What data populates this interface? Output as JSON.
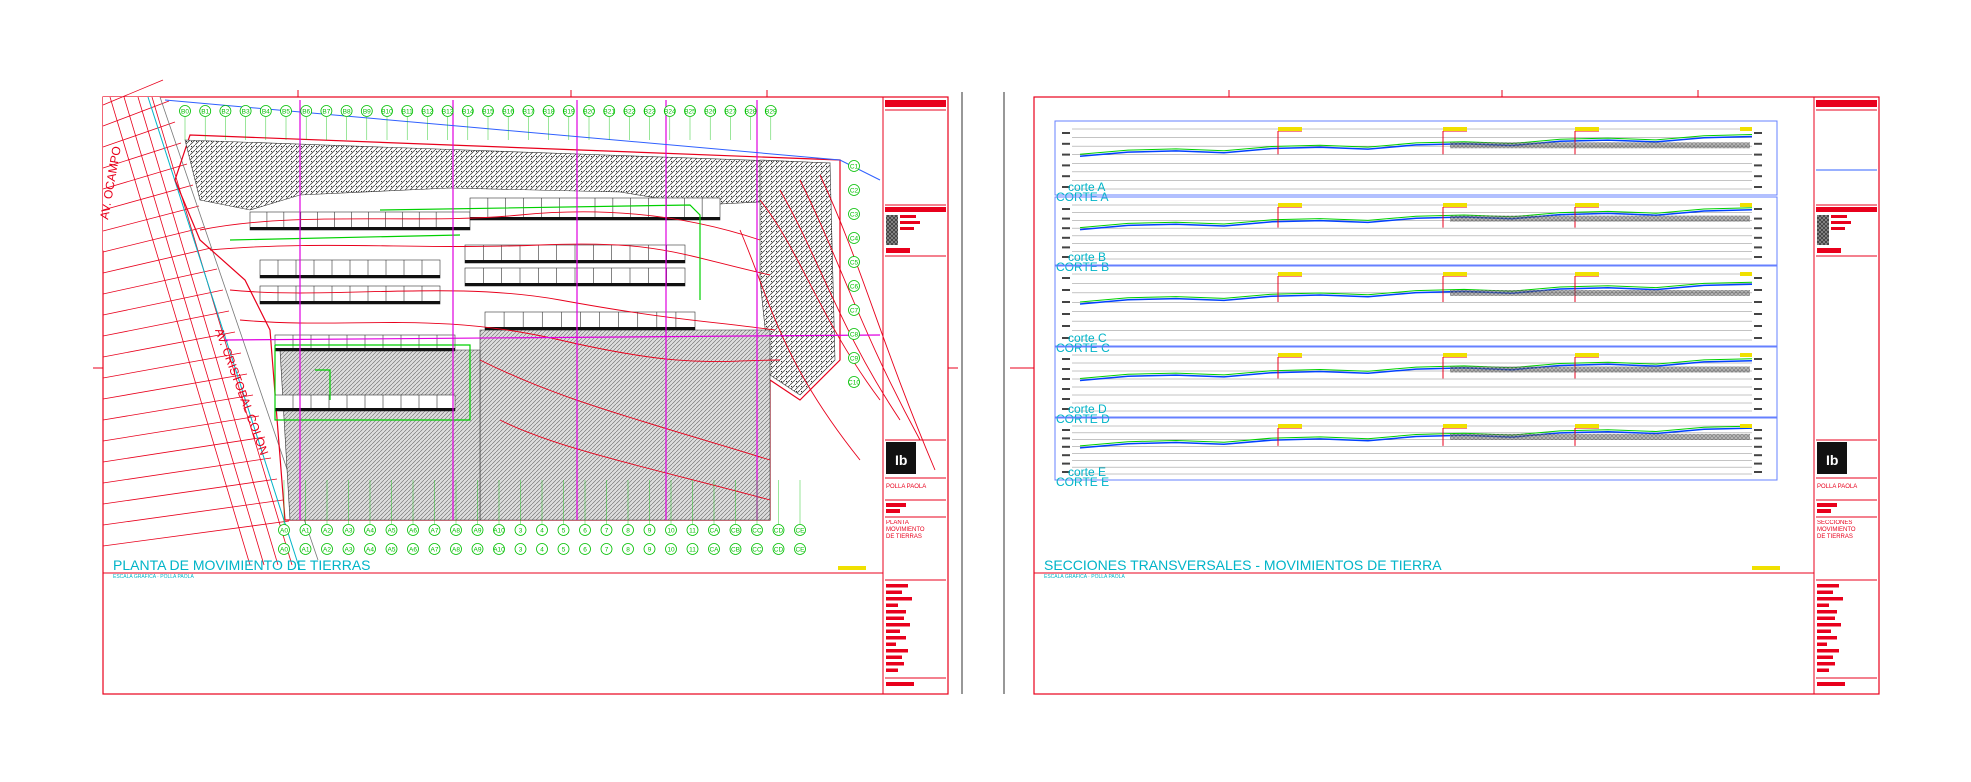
{
  "colors": {
    "frame": "#e8001c",
    "accent": "#00b4c8",
    "grid_green": "#00d000",
    "label_yellow": "#f0e000",
    "magenta": "#e000e0",
    "hatch": "#333333",
    "blue_frame": "#6680ff",
    "logo_bg": "#111111"
  },
  "plan_sheet": {
    "title": "PLANTA DE MOVIMIENTO DE TIERRAS",
    "subtitle": "ESCALA GRAFICA · POLLA PAOLA",
    "street_label_top": "AV. OCAMPO",
    "street_label_diag": "AV. CRISTOBAL COLON",
    "grid_top": [
      "B0",
      "B1",
      "B2",
      "B3",
      "B4",
      "B5",
      "B6",
      "B7",
      "B8",
      "B9",
      "B10",
      "B11",
      "B12",
      "B13",
      "B14",
      "B15",
      "B16",
      "B17",
      "B18",
      "B19",
      "B20",
      "B21",
      "B22",
      "B23",
      "B24",
      "B25",
      "B26",
      "B27",
      "B28",
      "B29"
    ],
    "grid_bottom": [
      "A0",
      "A1",
      "A2",
      "A3",
      "A4",
      "A5",
      "A6",
      "A7",
      "A8",
      "A9",
      "A10",
      "3",
      "4",
      "5",
      "6",
      "7",
      "8",
      "9",
      "10",
      "11",
      "CA",
      "CB",
      "CC",
      "CD",
      "CE"
    ],
    "grid_right": [
      "C1",
      "C2",
      "C3",
      "C4",
      "C5",
      "C6",
      "C7",
      "C8",
      "C9",
      "C10"
    ]
  },
  "sections_sheet": {
    "title": "SECCIONES TRANSVERSALES - MOVIMIENTOS DE TIERRA",
    "subtitle": "ESCALA GRAFICA · POLLA PAOLA",
    "sections": [
      {
        "label": "corte A",
        "overlap": "CORTE A"
      },
      {
        "label": "corte B",
        "overlap": "CORTE B"
      },
      {
        "label": "corte C",
        "overlap": "CORTE C"
      },
      {
        "label": "corte D",
        "overlap": "CORTE D"
      },
      {
        "label": "corte E",
        "overlap": "CORTE E"
      }
    ]
  },
  "title_block": {
    "project": "POLLA PAOLA",
    "plan_drawing": "PLANTA MOVIMIENTO DE TIERRAS",
    "section_drawing": "SECCIONES MOVIMIENTO DE TIERRAS",
    "logo_text": "Ib"
  }
}
